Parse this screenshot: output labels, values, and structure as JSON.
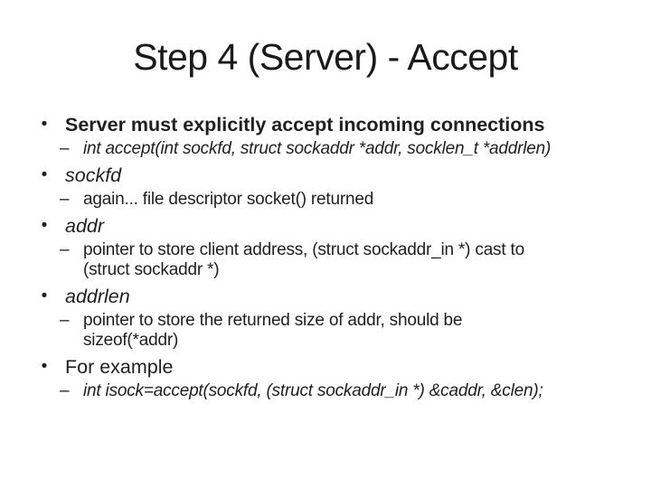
{
  "slide": {
    "title": "Step 4 (Server) - Accept",
    "markers": {
      "level1": "•",
      "level2": "–"
    },
    "colors": {
      "text": "#1f1f1f",
      "background": "#ffffff"
    },
    "bullets": [
      {
        "level": 1,
        "style": "bold",
        "text": "Server must explicitly accept incoming connections"
      },
      {
        "level": 2,
        "style": "italic",
        "lines": [
          "int accept(int sockfd, struct sockaddr *addr, socklen_t *addrlen)"
        ]
      },
      {
        "level": 1,
        "style": "italic",
        "text": "sockfd"
      },
      {
        "level": 2,
        "style": "regular",
        "lines": [
          "again... file descriptor socket() returned"
        ]
      },
      {
        "level": 1,
        "style": "italic",
        "text": "addr"
      },
      {
        "level": 2,
        "style": "regular",
        "lines": [
          "pointer to store client address, (struct sockaddr_in *) cast to",
          "(struct sockaddr *)"
        ]
      },
      {
        "level": 1,
        "style": "italic",
        "text": "addrlen"
      },
      {
        "level": 2,
        "style": "regular",
        "lines": [
          "pointer to store the returned size of addr, should be",
          "sizeof(*addr)"
        ]
      },
      {
        "level": 1,
        "style": "regular",
        "text": "For example"
      },
      {
        "level": 2,
        "style": "italic",
        "lines": [
          "int isock=accept(sockfd, (struct sockaddr_in *) &caddr, &clen);"
        ]
      }
    ]
  }
}
